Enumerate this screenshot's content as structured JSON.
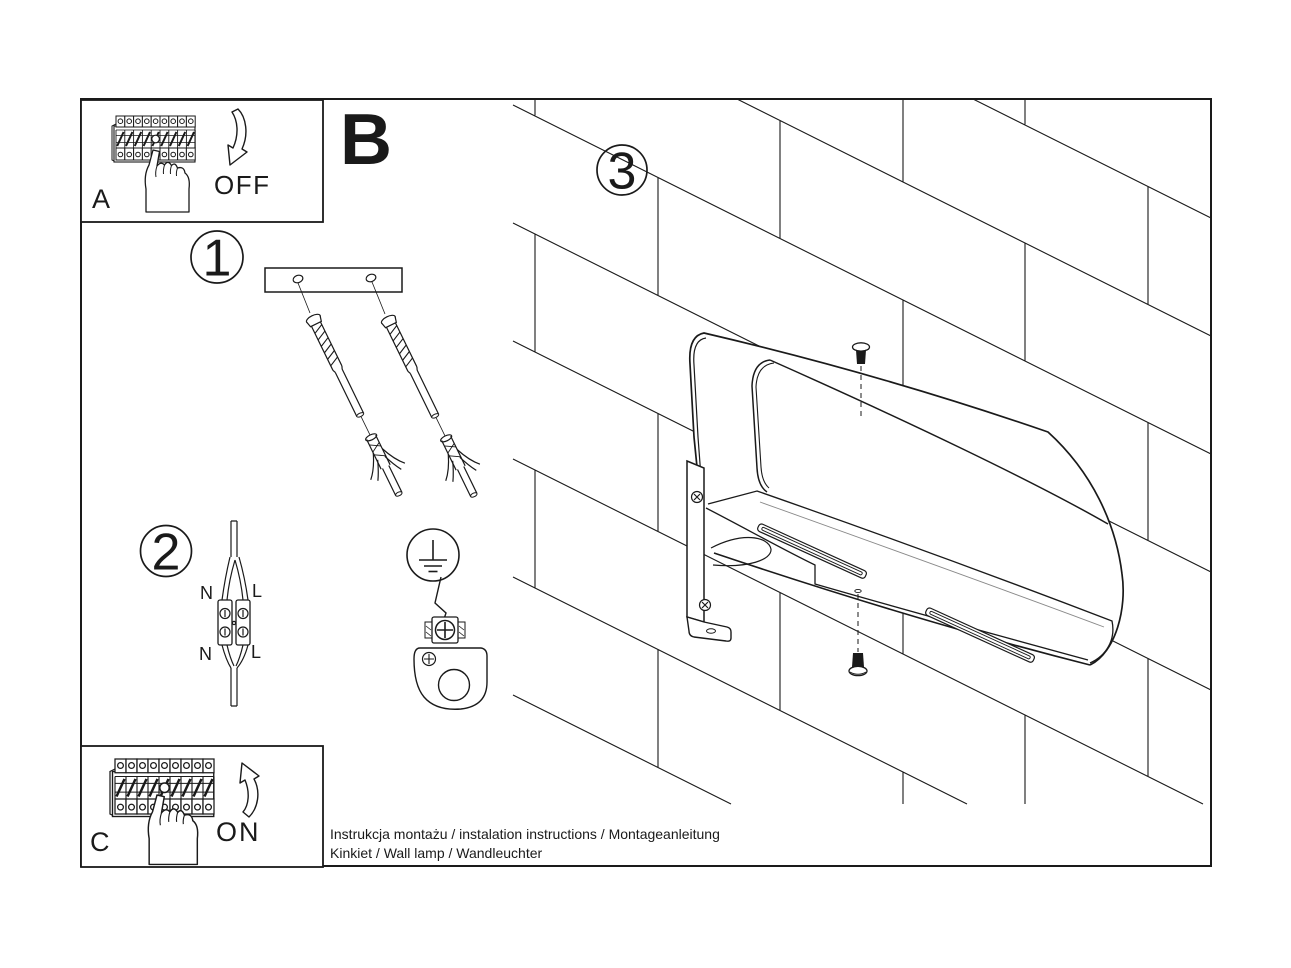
{
  "panel_a": {
    "label": "A",
    "action": "OFF"
  },
  "panel_c": {
    "label": "C",
    "action": "ON"
  },
  "section_b": {
    "label": "B"
  },
  "steps": {
    "one": "1",
    "two": "2",
    "three": "3"
  },
  "wiring": {
    "top_n": "N",
    "top_l": "L",
    "bottom_n": "N",
    "bottom_l": "L"
  },
  "footer": {
    "line1": "Instrukcja montażu / instalation instructions / Montageanleitung",
    "line2": "Kinkiet / Wall lamp / Wandleuchter"
  },
  "colors": {
    "ink": "#1a1a1a",
    "paper": "#ffffff",
    "fold_line": "#8a8a8a"
  }
}
